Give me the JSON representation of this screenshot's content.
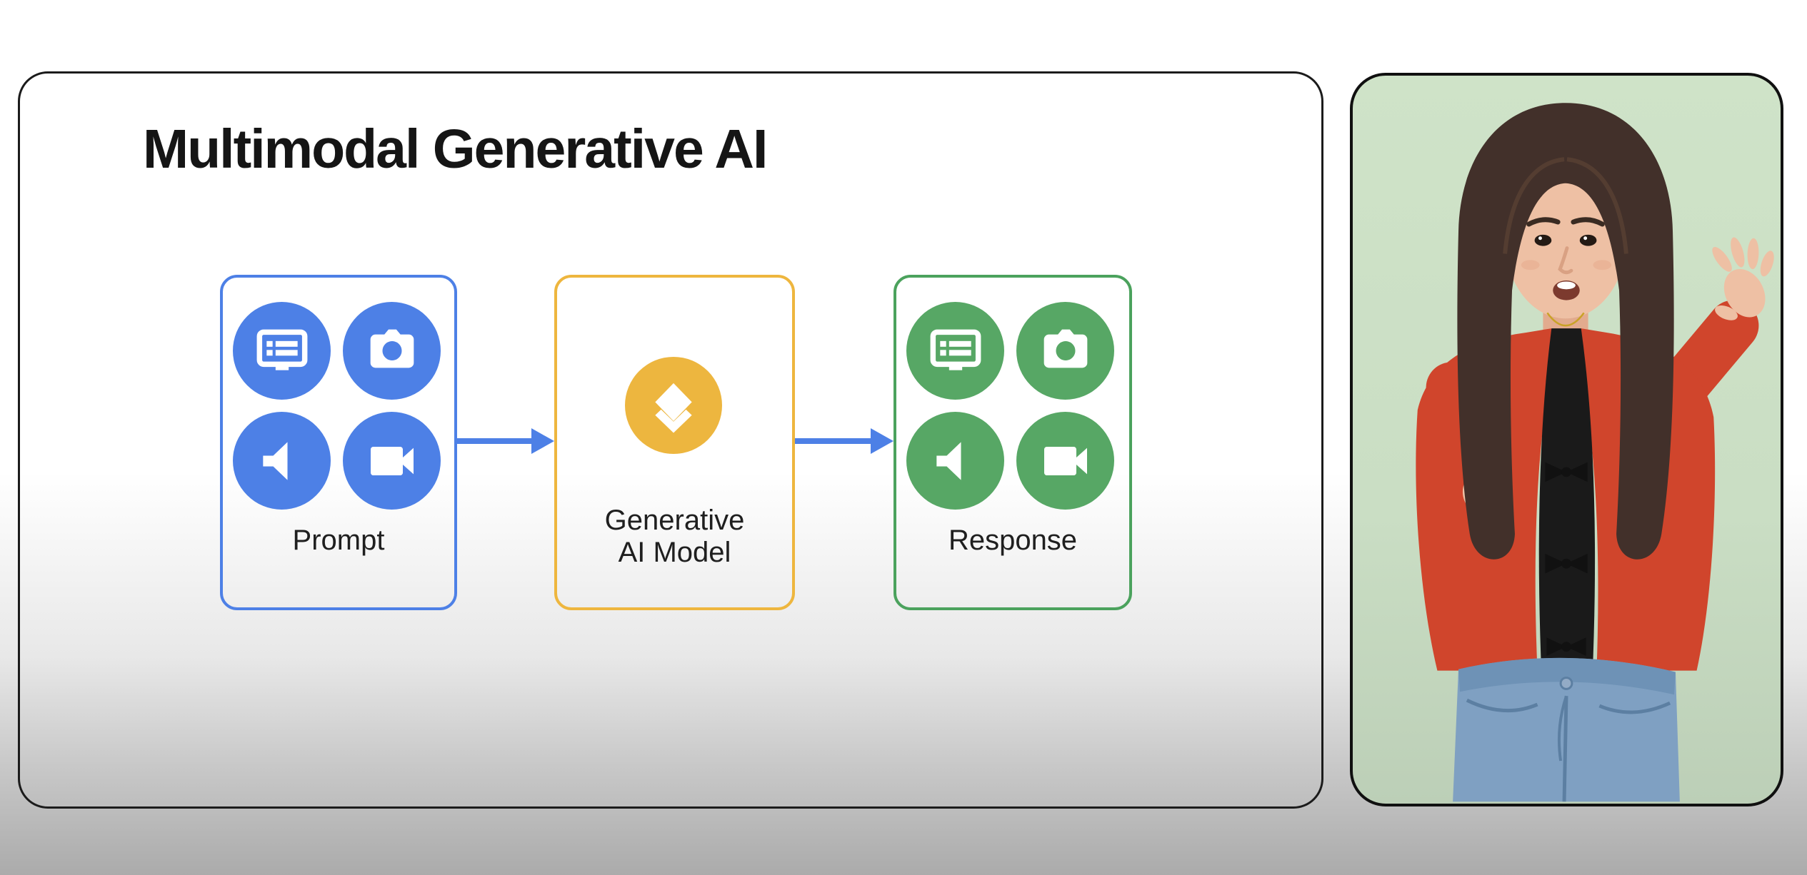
{
  "slide": {
    "title": "Multimodal Generative AI"
  },
  "diagram": {
    "prompt_box": {
      "label": "Prompt",
      "border_color": "#4d80e6",
      "icon_circle_color": "#4d80e6",
      "icons": [
        "text-display-icon",
        "camera-icon",
        "speaker-icon",
        "video-camera-icon"
      ]
    },
    "model_box": {
      "label_lines": [
        "Generative",
        "AI Model"
      ],
      "border_color": "#eeb63e",
      "icon_circle_color": "#edb63f",
      "icons": [
        "layers-icon"
      ]
    },
    "response_box": {
      "label": "Response",
      "border_color": "#4ba25d",
      "icon_circle_color": "#57a765",
      "icons": [
        "text-display-icon",
        "camera-icon",
        "speaker-icon",
        "video-camera-icon"
      ]
    },
    "arrow_color": "#4d80e6"
  },
  "presenter_panel": {
    "background_color": "#cfe3c8",
    "border_color": "#111111"
  },
  "page": {
    "background_top": "#ffffff",
    "background_bottom": "#ababab",
    "text_color": "#1a1a1a"
  }
}
